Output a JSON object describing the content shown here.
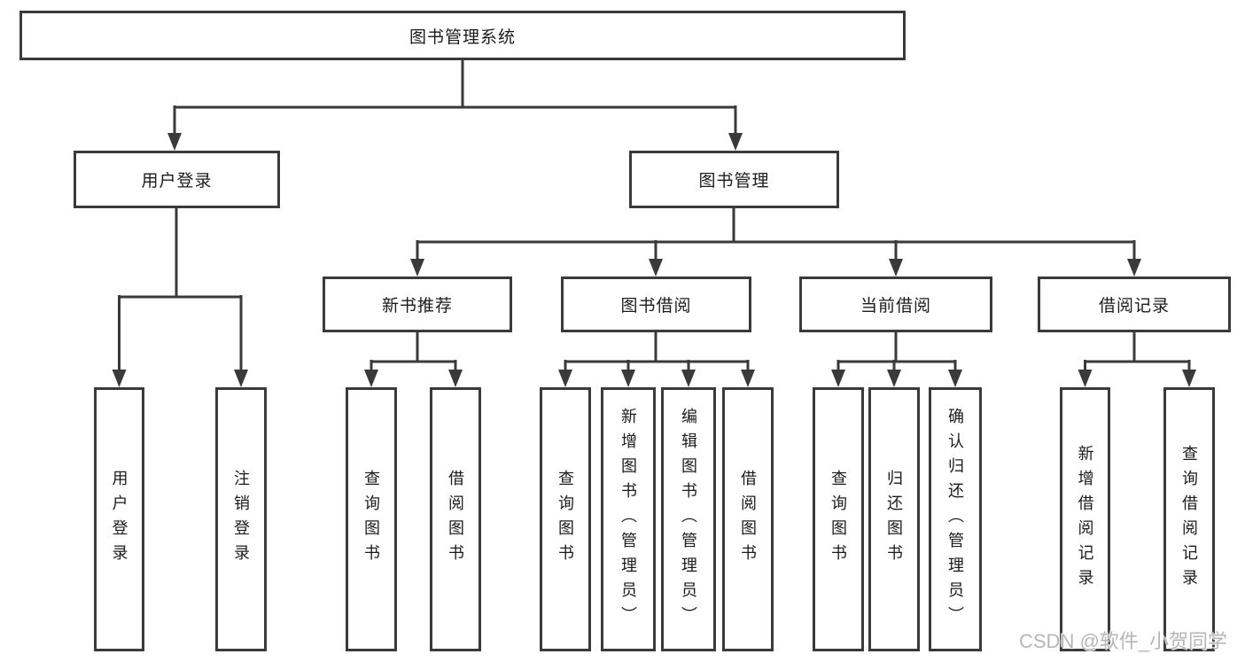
{
  "diagram_title": "图书管理系统",
  "nodes": {
    "root": "图书管理系统",
    "userLogin": "用户登录",
    "bookManagement": "图书管理",
    "newBookRecommend": "新书推荐",
    "bookBorrowing": "图书借阅",
    "currentBorrowing": "当前借阅",
    "borrowingRecords": "借阅记录",
    "leafUserLogin": "用户登录",
    "leafLogout": "注销登录",
    "leafQueryBooks1": "查询图书",
    "leafBorrowBooks1": "借阅图书",
    "leafQueryBooks2": "查询图书",
    "leafAddBooksAdmin": "新增图书（管理员）",
    "leafEditBooksAdmin": "编辑图书（管理员）",
    "leafBorrowBooks2": "借阅图书",
    "leafQueryBooks3": "查询图书",
    "leafReturnBooks": "归还图书",
    "leafConfirmReturnAdmin": "确认归还（管理员）",
    "leafAddBorrowRecord": "新增借阅记录",
    "leafQueryBorrowRecord": "查询借阅记录"
  },
  "hierarchy": {
    "图书管理系统": [
      "用户登录",
      "图书管理"
    ],
    "用户登录": [
      "用户登录",
      "注销登录"
    ],
    "图书管理": [
      "新书推荐",
      "图书借阅",
      "当前借阅",
      "借阅记录"
    ],
    "新书推荐": [
      "查询图书",
      "借阅图书"
    ],
    "图书借阅": [
      "查询图书",
      "新增图书（管理员）",
      "编辑图书（管理员）",
      "借阅图书"
    ],
    "当前借阅": [
      "查询图书",
      "归还图书",
      "确认归还（管理员）"
    ],
    "借阅记录": [
      "新增借阅记录",
      "查询借阅记录"
    ]
  },
  "watermark": "CSDN @软件_小贺同学",
  "colors": {
    "line": "#3a3a3a",
    "box_border": "#3a3a3a",
    "text": "#1b1b1b",
    "watermark": "#b6b6b6",
    "background": "#ffffff"
  }
}
